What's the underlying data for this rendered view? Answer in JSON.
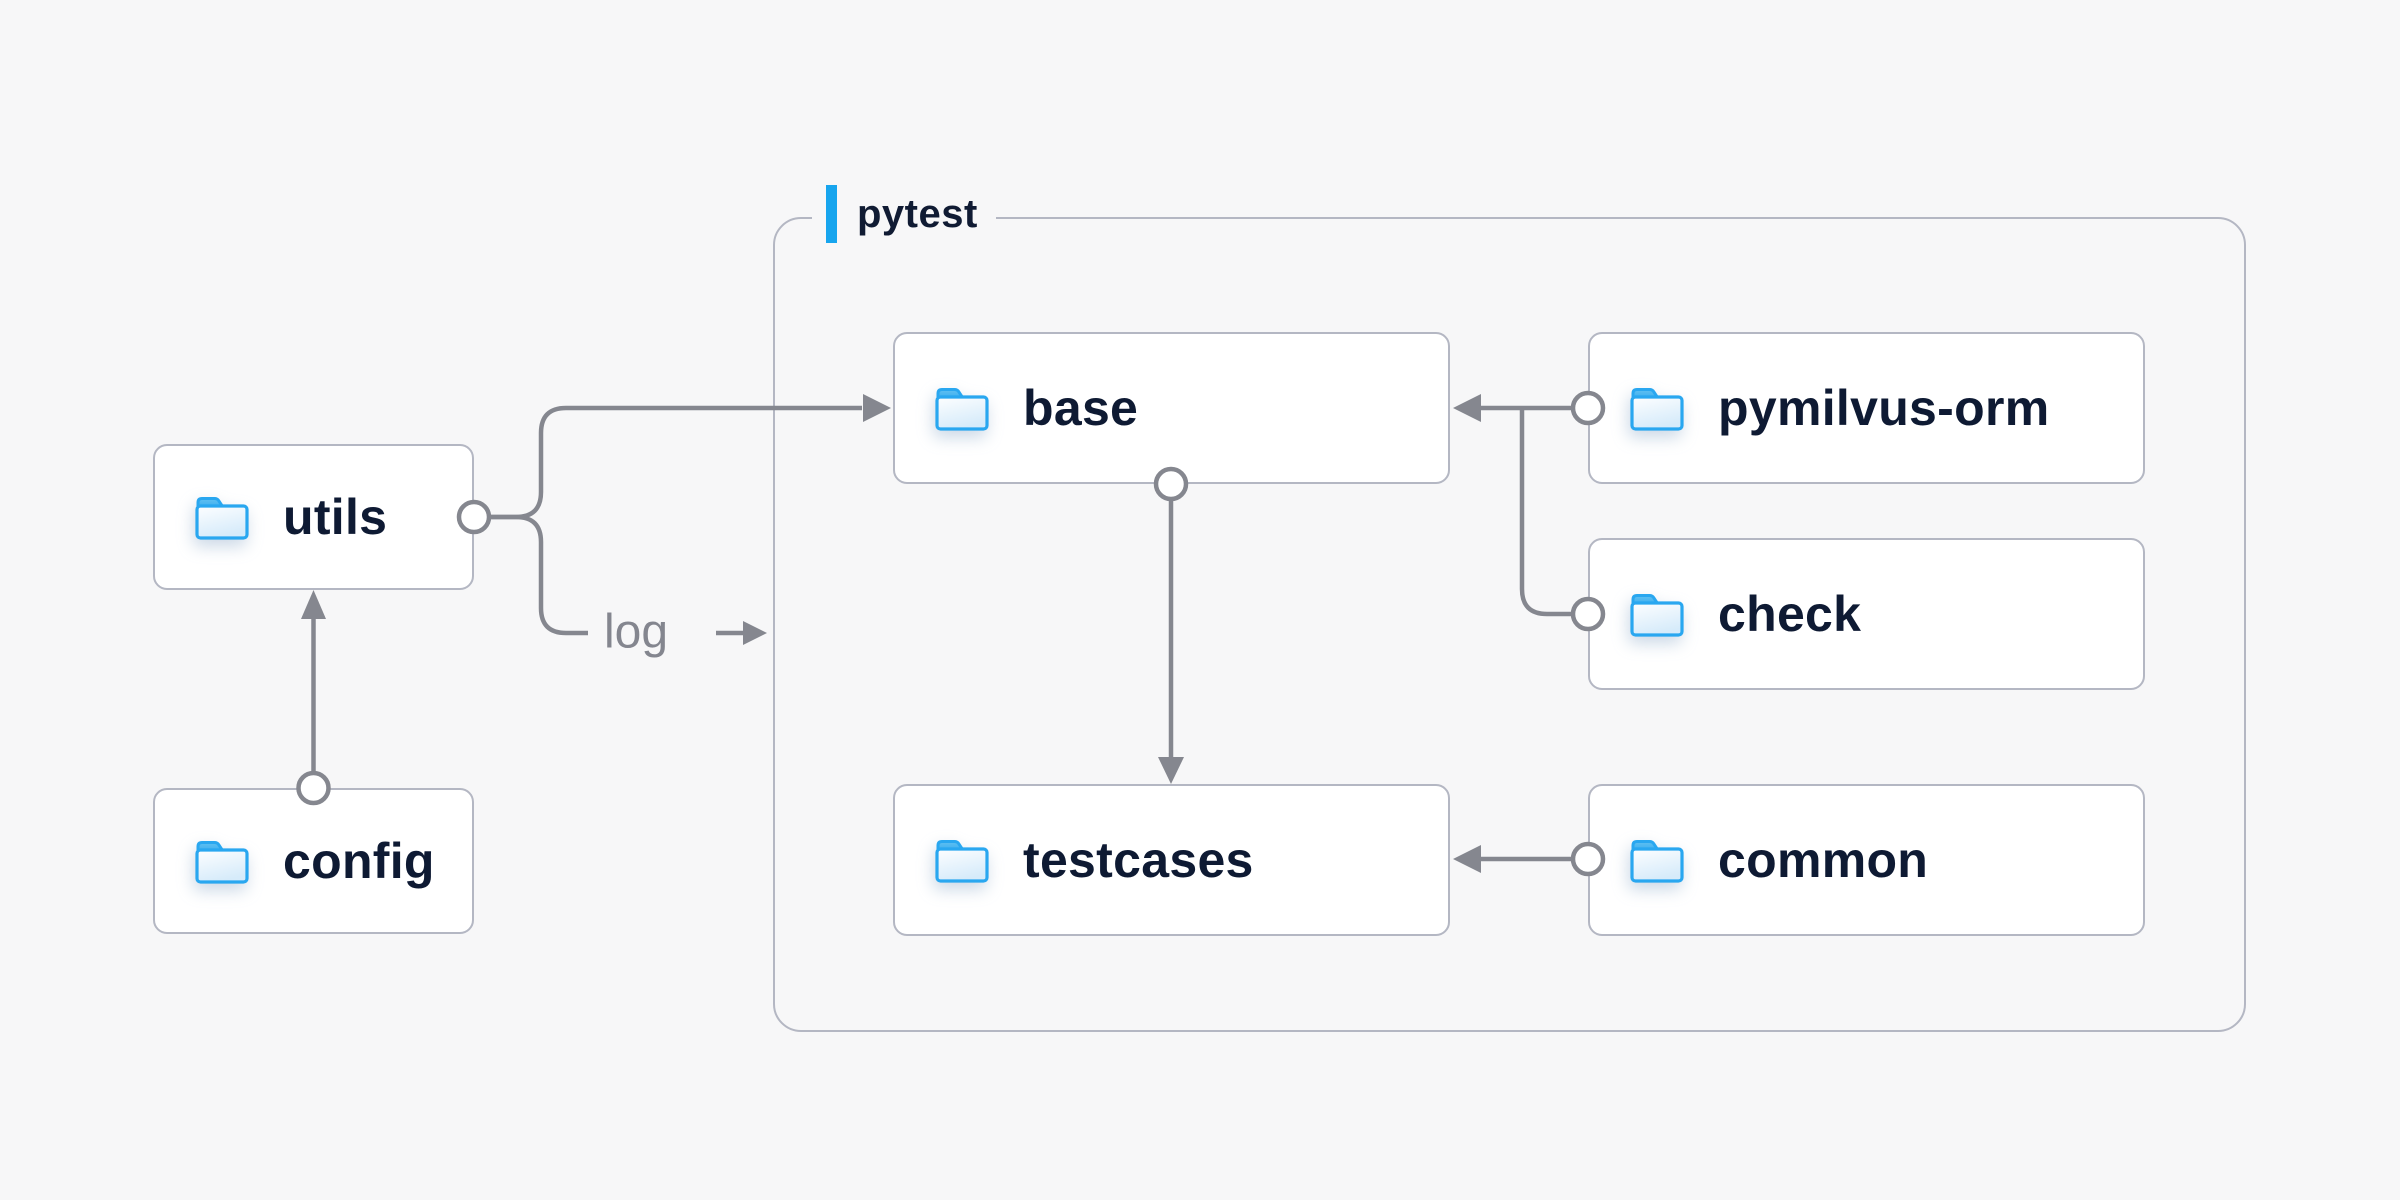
{
  "diagram": {
    "group": {
      "label": "pytest"
    },
    "log_label": "log",
    "nodes": {
      "utils": {
        "label": "utils"
      },
      "config": {
        "label": "config"
      },
      "base": {
        "label": "base"
      },
      "pymilvus_orm": {
        "label": "pymilvus-orm"
      },
      "check": {
        "label": "check"
      },
      "testcases": {
        "label": "testcases"
      },
      "common": {
        "label": "common"
      }
    },
    "edges": [
      {
        "from": "config",
        "to": "utils",
        "type": "arrow"
      },
      {
        "from": "utils",
        "to": "base",
        "type": "arrow"
      },
      {
        "from": "utils",
        "to": "pytest-group",
        "type": "arrow",
        "label": "log"
      },
      {
        "from": "base",
        "to": "testcases",
        "type": "arrow"
      },
      {
        "from": "pymilvus-orm",
        "to": "base",
        "type": "arrow"
      },
      {
        "from": "check",
        "to": "base",
        "type": "arrow"
      },
      {
        "from": "common",
        "to": "testcases",
        "type": "arrow"
      }
    ],
    "colors": {
      "background": "#f7f7f8",
      "node_background": "#ffffff",
      "node_border": "#b4b7c3",
      "group_border": "#b4b7c3",
      "connector": "#85878f",
      "text": "#0e1a33",
      "accent_blue": "#17a5ee",
      "folder_blue": "#29a7f0",
      "edge_label_gray": "#84868f"
    }
  }
}
